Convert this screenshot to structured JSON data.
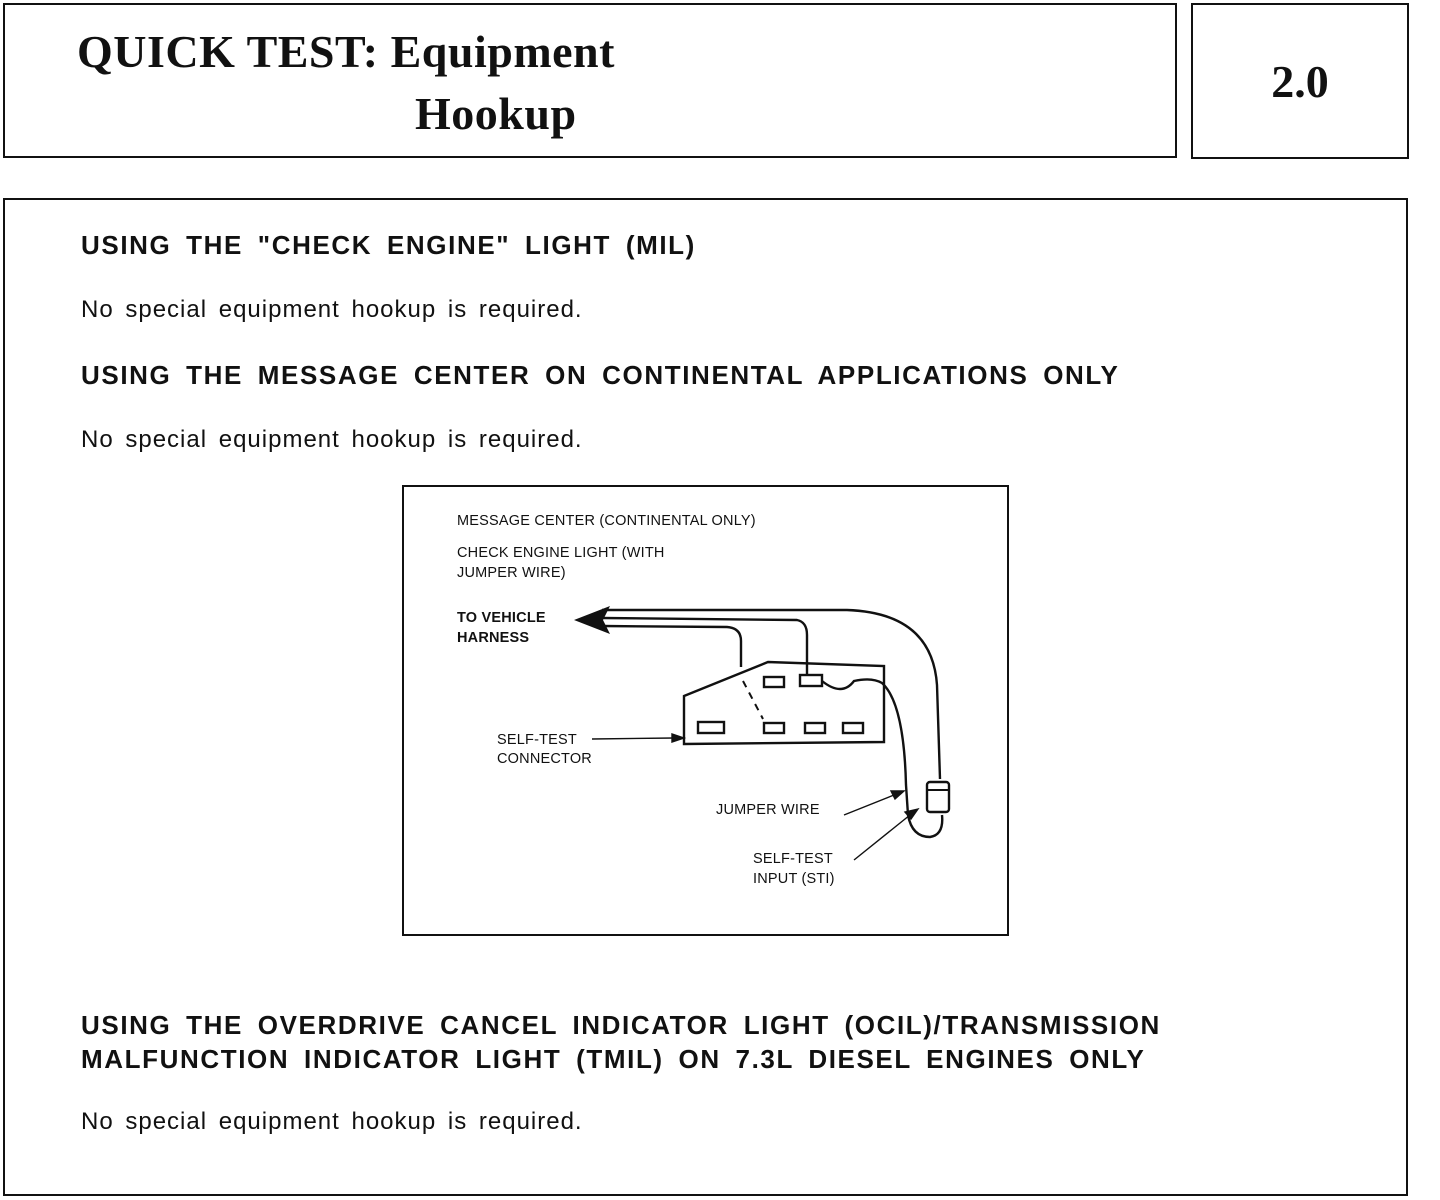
{
  "header": {
    "title_line1": "QUICK TEST: Equipment",
    "title_line2": "Hookup",
    "section_number": "2.0"
  },
  "sections": [
    {
      "heading": "USING THE \"CHECK ENGINE\" LIGHT (MIL)",
      "text": "No special equipment hookup is required."
    },
    {
      "heading": "USING THE MESSAGE CENTER ON CONTINENTAL APPLICATIONS ONLY",
      "text": "No special equipment hookup is required."
    },
    {
      "heading_line1": "USING THE OVERDRIVE CANCEL INDICATOR LIGHT (OCIL)/TRANSMISSION",
      "heading_line2": "MALFUNCTION INDICATOR LIGHT (TMIL) ON 7.3L DIESEL ENGINES ONLY",
      "text": "No special equipment hookup is required."
    }
  ],
  "figure": {
    "labels": {
      "message_center": "MESSAGE CENTER (CONTINENTAL ONLY)",
      "check_engine_line1": "CHECK ENGINE LIGHT (WITH",
      "check_engine_line2": "JUMPER WIRE)",
      "vehicle_harness_line1": "TO VEHICLE",
      "vehicle_harness_line2": "HARNESS",
      "self_test_connector_line1": "SELF-TEST",
      "self_test_connector_line2": "CONNECTOR",
      "jumper_wire": "JUMPER WIRE",
      "sti_line1": "SELF-TEST",
      "sti_line2": "INPUT (STI)"
    }
  }
}
